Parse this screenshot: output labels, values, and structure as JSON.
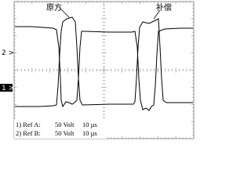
{
  "scope": {
    "channel_markers": {
      "ch2": "2 >",
      "ch1": "1 >"
    },
    "annotations": {
      "original": "原方",
      "compensated": "补偿"
    },
    "references": [
      {
        "label": "1) Ref A:",
        "volt": "50 Volt",
        "time": "10 µs"
      },
      {
        "label": "2) Ref B:",
        "volt": "50 Volt",
        "time": "10 µs"
      }
    ],
    "colors": {
      "trace": "#000000",
      "grid": "#777777",
      "background": "#ffffff"
    }
  }
}
